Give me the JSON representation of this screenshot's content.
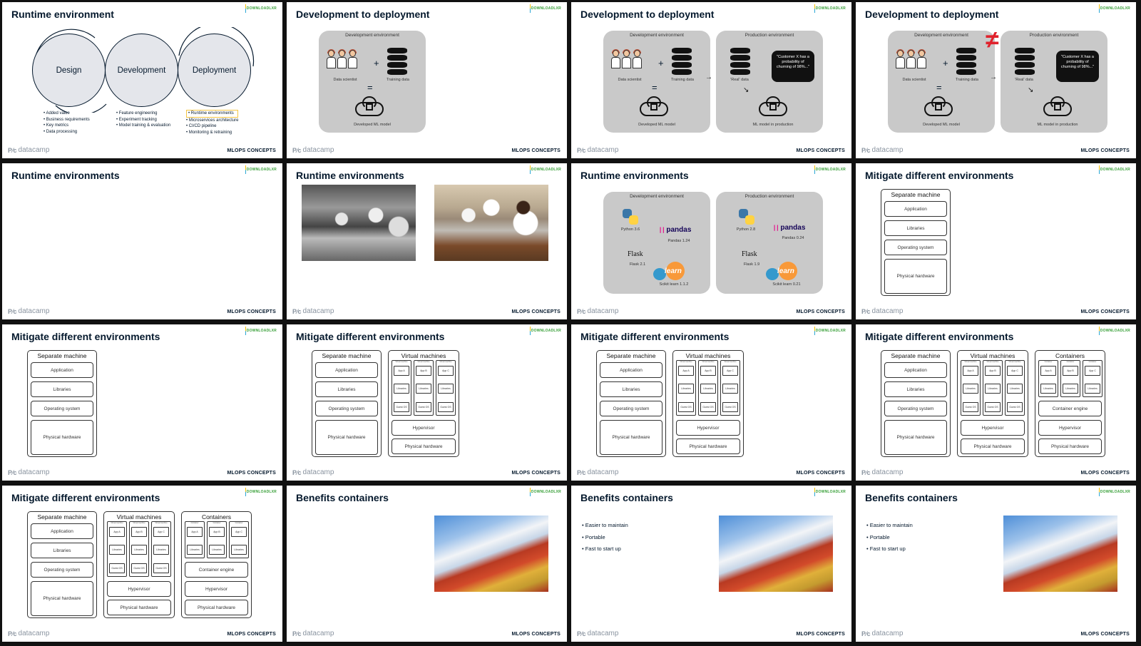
{
  "footer": {
    "brand": "datacamp",
    "course": "MLOPS CONCEPTS"
  },
  "watermark": {
    "text": "DOWNLOADLXR"
  },
  "slide1": {
    "title": "Runtime environment",
    "phases": [
      "Design",
      "Development",
      "Deployment"
    ],
    "design_bullets": [
      "Added value",
      "Business requirements",
      "Key metrics",
      "Data processing"
    ],
    "development_bullets": [
      "Feature engineering",
      "Experiment tracking",
      "Model training & evaluation"
    ],
    "deployment_bullets": [
      "Runtime environments",
      "Microservices architecture",
      "CI/CD pipeline",
      "Monitoring & retraining"
    ]
  },
  "dev_to_deploy": {
    "title": "Development to deployment",
    "dev_env": "Development environment",
    "prod_env": "Production environment",
    "data_scientist": "Data scientist",
    "training_data": "Training data",
    "developed_model": "Developed ML model",
    "real_data": "'Real' data",
    "model_in_prod": "ML model in production",
    "bubble": "\"Customer X has a probability of churning of 98%...\"",
    "plus": "+",
    "equals": "=",
    "not_equal": "≠"
  },
  "runtime_envs": {
    "title": "Runtime environments",
    "dev_env": "Development environment",
    "prod_env": "Production environment",
    "dev": {
      "python": "Python 3.6",
      "pandas": "Pandas 1.24",
      "flask": "Flask 2.1",
      "sklearn": "Scikit learn 1.1.2"
    },
    "prod": {
      "python": "Python 2.8",
      "pandas": "Pandas 0.24",
      "flask": "Flask 1.9",
      "sklearn": "Scikit learn 0.21"
    },
    "pandas_logo": "pandas",
    "flask_logo": "Flask",
    "sklearn_logo": "learn"
  },
  "mitigate": {
    "title": "Mitigate different environments",
    "separate": {
      "title": "Separate machine",
      "layers": [
        "Application",
        "Libraries",
        "Operating system",
        "Physical hardware"
      ]
    },
    "vms": {
      "title": "Virtual machines",
      "mini_title": "Virtual machine",
      "apps": [
        "App A",
        "App B",
        "App C"
      ],
      "lib": "Libraries",
      "os": "Guest OS",
      "layers": [
        "Hypervisor",
        "Physical hardware"
      ]
    },
    "containers": {
      "title": "Containers",
      "mini_title": "Container",
      "apps": [
        "App A",
        "App B",
        "App C"
      ],
      "lib": "Libraries",
      "layers": [
        "Container engine",
        "Hypervisor",
        "Physical hardware"
      ]
    }
  },
  "benefits": {
    "title": "Benefits containers",
    "bullets": [
      "Easier to maintain",
      "Portable",
      "Fast to start up"
    ]
  }
}
